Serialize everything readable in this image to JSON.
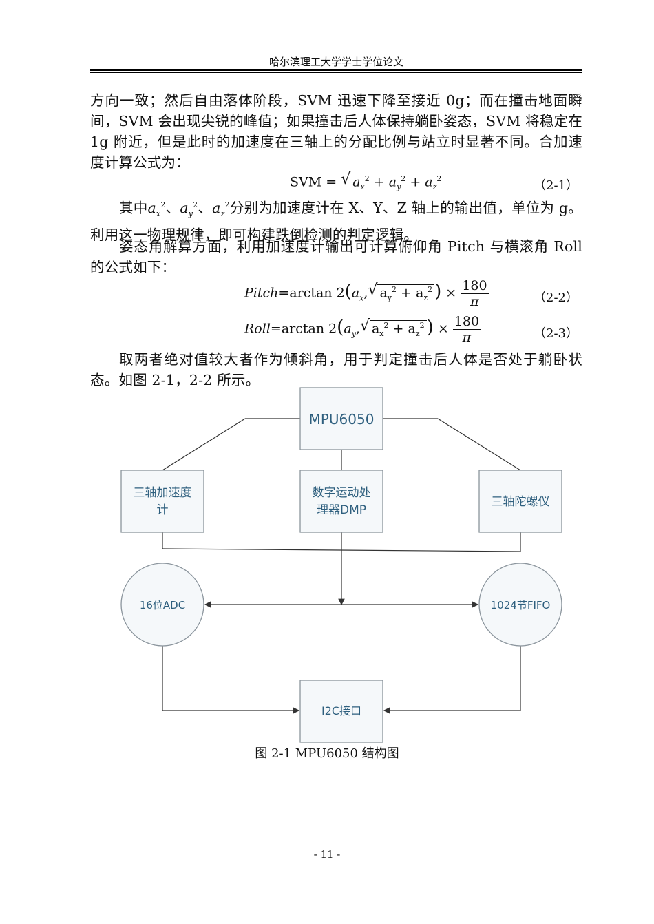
{
  "header": {
    "title": "哈尔滨理工大学学士学位论文"
  },
  "paragraphs": {
    "p1": "方向一致；然后自由落体阶段，SVM 迅速下降至接近 0g；而在撞击地面瞬间，SVM 会出现尖锐的峰值；如果撞击后人体保持躺卧姿态，SVM 将稳定在 1g 附近，但是此时的加速度在三轴上的分配比例与站立时显著不同。合加速度计算公式为：",
    "p2_pre": "其中",
    "p2_post": "分别为加速度计在 X、Y、Z 轴上的输出值，单位为 g。利用这一物理规律，即可构建跌倒检测的判定逻辑。",
    "p3": "姿态角解算方面，利用加速度计输出可计算俯仰角 Pitch 与横滚角 Roll 的公式如下：",
    "p4": "取两者绝对值较大者作为倾斜角，用于判定撞击后人体是否处于躺卧状态。如图 2-1，2-2 所示。"
  },
  "equations": {
    "eq1_label": "SVM",
    "eq1_num": "（2-1）",
    "eq2_label": "Pitch",
    "eq2_num": "（2-2）",
    "eq3_label": "Roll",
    "eq3_num": "（2-3）",
    "arctan": "arctan 2",
    "num180": "180",
    "pi": "π"
  },
  "diagram": {
    "mpu": "MPU6050",
    "accel_line1": "三轴加速度",
    "accel_line2": "计",
    "dmp_line1": "数字运动处",
    "dmp_line2": "理器DMP",
    "gyro": "三轴陀螺仪",
    "adc": "16位ADC",
    "fifo": "1024节FIFO",
    "i2c": "I2C接口",
    "box_fill": "#f5f8fa",
    "box_stroke": "#8a949c",
    "text_color": "#2e5f7e"
  },
  "caption": "图 2-1  MPU6050 结构图",
  "page_number": "- 11 -"
}
